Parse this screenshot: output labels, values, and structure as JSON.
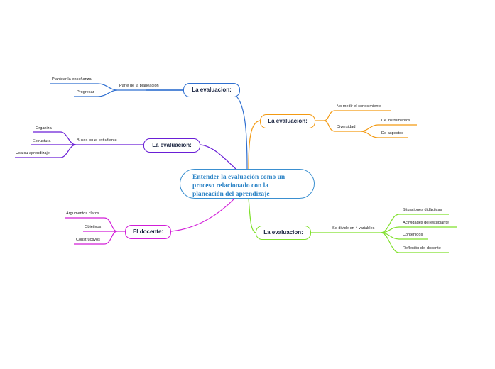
{
  "central": {
    "line1": "Entender la evaluación como un",
    "line2": "proceso relacionado con la",
    "line3": "planeación del aprendizaje"
  },
  "branches": [
    {
      "id": "b1",
      "color": "#2f6fd0",
      "title": "La evaluacion:",
      "sub": "Parte de la planeación",
      "leaves": [
        "Plantear la enseñanza",
        "Progresar"
      ]
    },
    {
      "id": "b2",
      "color": "#6a1fd6",
      "title": "La evaluacion:",
      "sub": "Busca en el estudiante",
      "leaves": [
        "Organiza",
        "Estructura",
        "Usa su aprendizaje"
      ]
    },
    {
      "id": "b3",
      "color": "#d21ed8",
      "title": "El docente:",
      "sub": "",
      "leaves": [
        "Argumentos claros",
        "Objetivos",
        "Constructivos"
      ]
    },
    {
      "id": "b4",
      "color": "#f39a12",
      "title": "La evaluacion:",
      "subs": [
        "No medir el conocimiento",
        "Diversidad"
      ],
      "leaves": [
        "De instrumentos",
        "De aspectos"
      ]
    },
    {
      "id": "b5",
      "color": "#7fe02a",
      "title": "La evaluacion:",
      "sub": "Se divide en 4 variables",
      "leaves": [
        "Situaciones didácticas",
        "Actividades del estudiante",
        "Contenidos",
        "Reflexión del docente"
      ]
    }
  ]
}
